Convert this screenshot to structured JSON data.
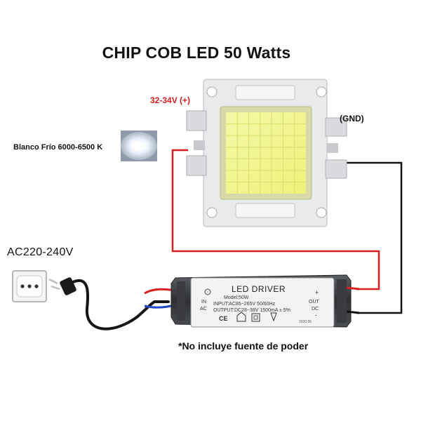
{
  "title": "CHIP COB LED 50 Watts",
  "labels": {
    "voltage_positive": "32-34V (+)",
    "ground": "(GND)",
    "color_temp": "Blanco Frío 6000-6500 K",
    "mains": "AC220-240V",
    "note": "*No incluye fuente de poder"
  },
  "driver": {
    "name": "LED DRIVER",
    "model": "Model:50W",
    "input": "INPUT:AC85~265V  50/60Hz",
    "output": "OUTPUT:DC28~38V 1500mA ± 5%",
    "date": "2020.05",
    "in_label": "IN",
    "ac_label": "AC",
    "out_plus": "+",
    "out_label": "OUT",
    "dc_label": "DC",
    "out_minus": "-",
    "ce_mark": "CE"
  },
  "colors": {
    "positive_wire": "#d81e1e",
    "ground_wire": "#111111",
    "led_yellow": "#f2f58a"
  }
}
